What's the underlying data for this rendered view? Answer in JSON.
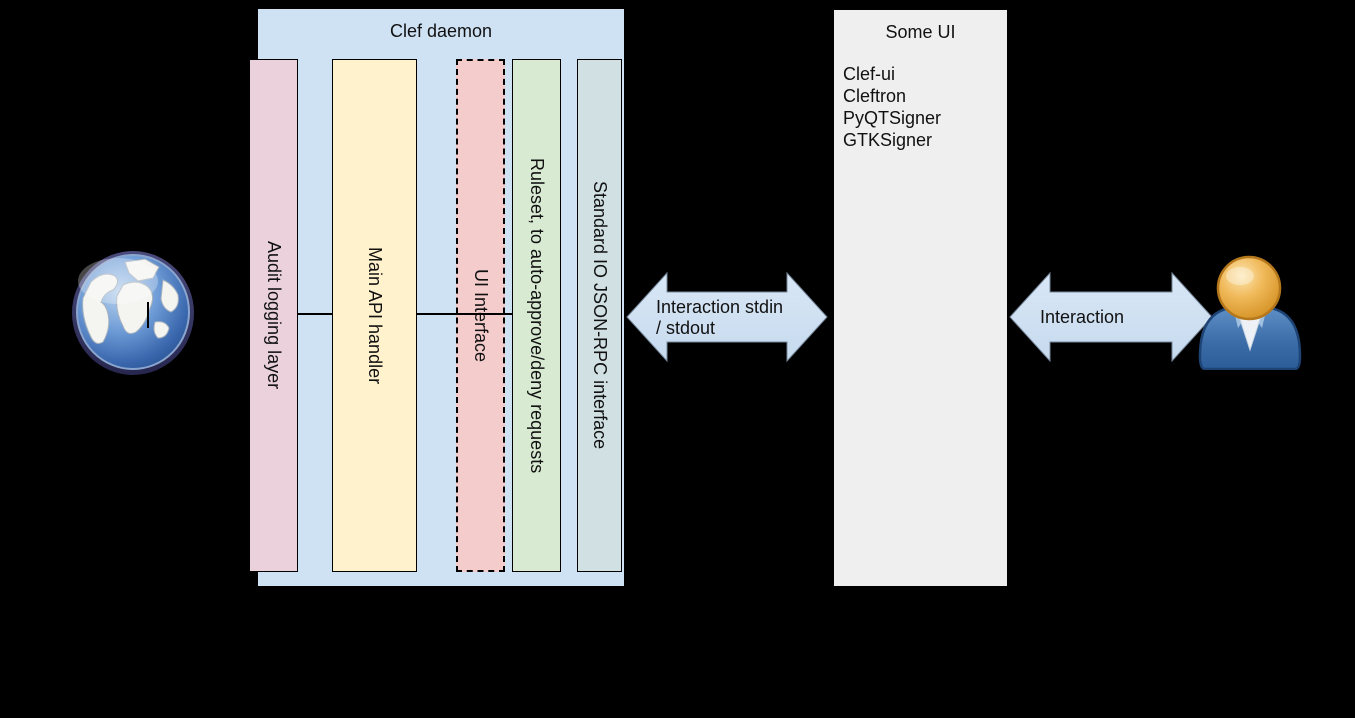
{
  "background_color": "#000000",
  "clef_daemon": {
    "title": "Clef daemon",
    "fill": "#cfe2f3",
    "bars": [
      {
        "label": "Audit logging layer",
        "fill": "#ead1dc",
        "border_style": "solid"
      },
      {
        "label": "Main API handler",
        "fill": "#fff2cc",
        "border_style": "solid"
      },
      {
        "label": "UI Interface",
        "fill": "#f4cccc",
        "border_style": "dashed"
      },
      {
        "label": "Ruleset, to auto-approve/deny requests",
        "fill": "#d9ead3",
        "border_style": "solid"
      },
      {
        "label": "Standard IO JSON-RPC interface",
        "fill": "#d0e0e3",
        "border_style": "solid"
      }
    ]
  },
  "some_ui": {
    "title": "Some UI",
    "fill": "#efefef",
    "items": [
      "Clef-ui",
      "Cleftron",
      "PyQTSigner",
      "GTKSigner"
    ]
  },
  "arrows": {
    "stdin_stdout": {
      "label_line1": "Interaction stdin",
      "label_line2": "/ stdout",
      "fill": "#cfe2f3"
    },
    "interaction": {
      "label": "Interaction",
      "fill": "#cfe2f3"
    }
  },
  "icons": {
    "globe": "internet-globe-icon",
    "person": "user-person-icon"
  }
}
